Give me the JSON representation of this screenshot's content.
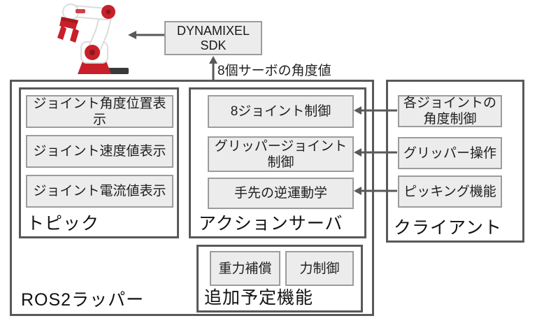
{
  "colors": {
    "connector": "#595959",
    "box_fill": "#ececec",
    "box_border": "#9c9c9c",
    "robot_red": "#c8202a",
    "text": "#1a1a1a"
  },
  "top": {
    "robot_image": "robotis-manipulator-photo",
    "sdk_box": {
      "line1": "DYNAMIXEL",
      "line2": "SDK"
    },
    "servo_label": "8個サーボの角度値"
  },
  "ros2": {
    "label": "ROS2ラッパー",
    "topic": {
      "label": "トピック",
      "items": [
        "ジョイント角度位置表示",
        "ジョイント速度値表示",
        "ジョイント電流値表示"
      ]
    },
    "action": {
      "label": "アクションサーバ",
      "items": [
        "8ジョイント制御",
        "グリッパージョイント\n制御",
        "手先の逆運動学"
      ]
    },
    "planned": {
      "label": "追加予定機能",
      "items": [
        "重力補償",
        "力制御"
      ]
    }
  },
  "client": {
    "label": "クライアント",
    "items": [
      "各ジョイントの\n角度制御",
      "グリッパー操作",
      "ピッキング機能"
    ]
  }
}
